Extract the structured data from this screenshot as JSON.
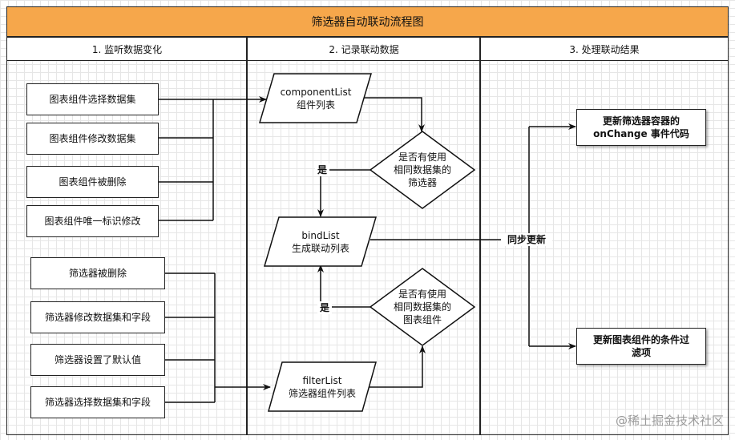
{
  "title": "筛选器自动联动流程图",
  "lanes": [
    "1. 监听数据变化",
    "2. 记录联动数据",
    "3. 处理联动结果"
  ],
  "chart_events": [
    "图表组件选择数据集",
    "图表组件修改数据集",
    "图表组件被删除",
    "图表组件唯一标识修改"
  ],
  "filter_events": [
    "筛选器被删除",
    "筛选器修改数据集和字段",
    "筛选器设置了默认值",
    "筛选器选择数据集和字段"
  ],
  "component_list": {
    "line1": "componentList",
    "line2": "组件列表"
  },
  "bind_list": {
    "line1": "bindList",
    "line2": "生成联动列表"
  },
  "filter_list": {
    "line1": "filterList",
    "line2": "筛选器组件列表"
  },
  "decision_top": {
    "line1": "是否有使用",
    "line2": "相同数据集的",
    "line3": "筛选器"
  },
  "decision_bottom": {
    "line1": "是否有使用",
    "line2": "相同数据集的",
    "line3": "图表组件"
  },
  "yes_label": "是",
  "sync_label": "同步更新",
  "result_top": {
    "line1": "更新筛选器容器的",
    "line2": "onChange 事件代码"
  },
  "result_bottom": {
    "line1": "更新图表组件的条件过",
    "line2": "滤项"
  },
  "watermark": "@稀土掘金技术社区"
}
